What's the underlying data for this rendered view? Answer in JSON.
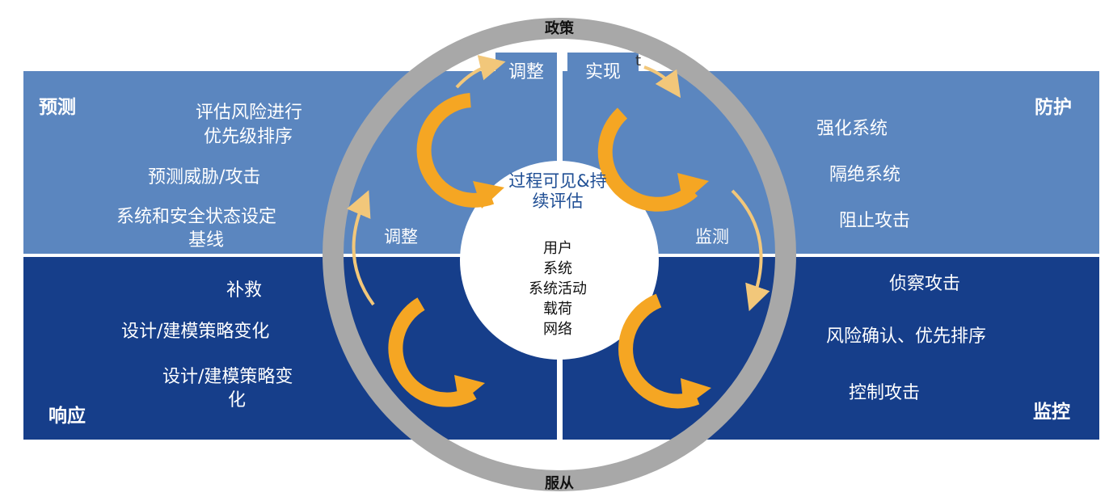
{
  "ring": {
    "top": "政策",
    "bottom": "服从"
  },
  "quadrants": {
    "top_left": {
      "title": "预测",
      "items": [
        "评估风险进行",
        "优先级排序",
        "预测威胁/攻击",
        "系统和安全状态设定",
        "基线"
      ]
    },
    "top_right": {
      "title": "防护",
      "items": [
        "强化系统",
        "隔绝系统",
        "阻止攻击"
      ]
    },
    "bottom_left": {
      "title": "响应",
      "items": [
        "补救",
        "设计/建模策略变化",
        "设计/建模策略变",
        "化"
      ]
    },
    "bottom_right": {
      "title": "监控",
      "items": [
        "侦察攻击",
        "风险确认、优先排序",
        "控制攻击"
      ]
    }
  },
  "tabs": {
    "left": "调整",
    "right": "实现",
    "right_fragment": "t"
  },
  "cycle_labels": {
    "left": "调整",
    "right": "监测"
  },
  "center": {
    "title": "过程可见&持续评估",
    "title_lines": [
      "过程可见&持",
      "续评估"
    ],
    "items": [
      "用户",
      "系统",
      "系统活动",
      "载荷",
      "网络"
    ]
  },
  "colors": {
    "light_blue": "#5b86bf",
    "dark_blue": "#163e8a",
    "ring_gray": "#a8a8a8",
    "arrow_orange": "#f5a623",
    "arrow_light": "#f2c77a",
    "center_white": "#ffffff"
  }
}
